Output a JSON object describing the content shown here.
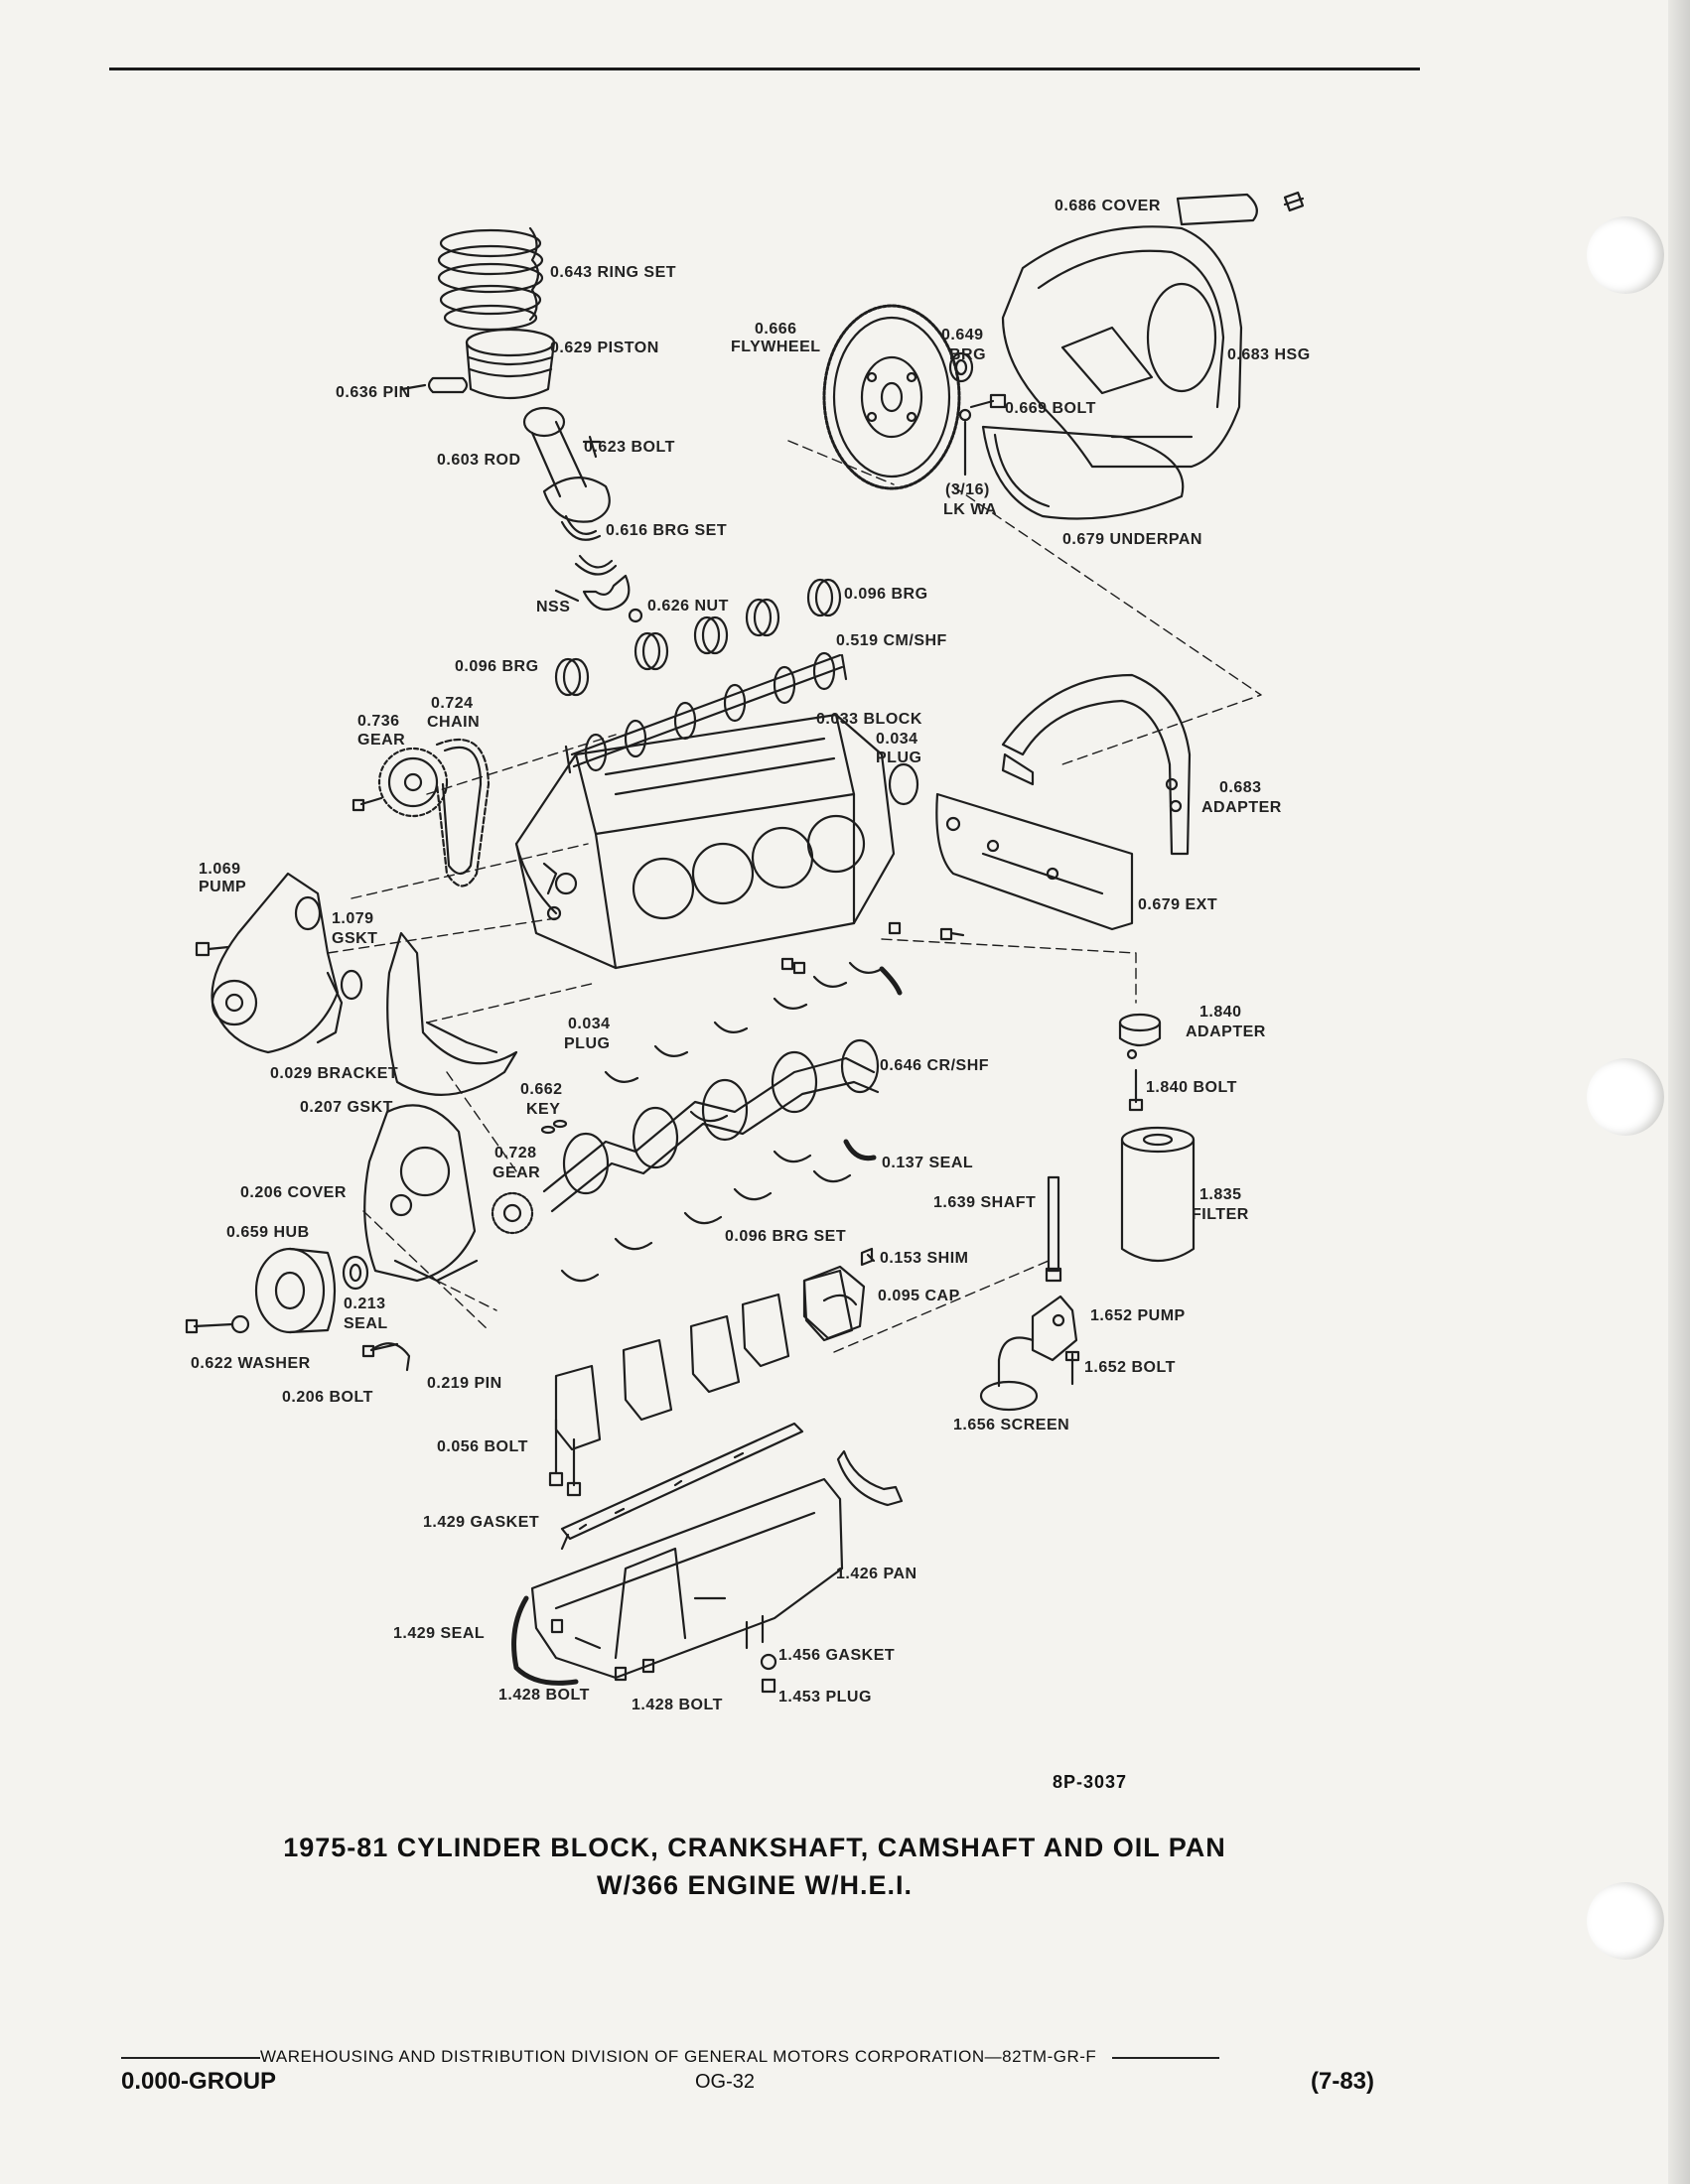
{
  "figure_number": "8P-3037",
  "caption": {
    "line1": "1975-81 CYLINDER BLOCK, CRANKSHAFT, CAMSHAFT AND OIL PAN",
    "line2": "W/366 ENGINE W/H.E.I."
  },
  "footer": {
    "division": "WAREHOUSING AND DISTRIBUTION  DIVISION OF GENERAL MOTORS CORPORATION—82TM-GR-F",
    "group": "0.000-GROUP",
    "page": "OG-32",
    "date": "(7-83)"
  },
  "parts": {
    "cover_686": "0.686 COVER",
    "ring_set": "0.643 RING SET",
    "flywheel_num": "0.666",
    "flywheel": "FLYWHEEL",
    "brg_649_num": "0.649",
    "brg_649": "BRG",
    "piston": "0.629 PISTON",
    "hsg": "0.683 HSG",
    "pin_636": "0.636 PIN",
    "bolt_669": "0.669 BOLT",
    "bolt_623": "0.623 BOLT",
    "rod": "0.603 ROD",
    "lk_wa_size": "(3/16)",
    "lk_wa": "LK WA",
    "underpan": "0.679 UNDERPAN",
    "brg_set_616": "0.616 BRG SET",
    "nss": "NSS",
    "nut_626": "0.626 NUT",
    "brg_096_top": "0.096 BRG",
    "cm_shf": "0.519 CM/SHF",
    "brg_096_left": "0.096 BRG",
    "chain_num": "0.724",
    "chain": "CHAIN",
    "gear_736_num": "0.736",
    "gear_736": "GEAR",
    "block": "0.033 BLOCK",
    "plug_034_num": "0.034",
    "plug_034": "PLUG",
    "adapter_683_num": "0.683",
    "adapter_683": "ADAPTER",
    "pump_1069_num": "1.069",
    "pump_1069": "PUMP",
    "gskt_1079_num": "1.079",
    "gskt_1079": "GSKT",
    "ext_679": "0.679 EXT",
    "adapter_1840_num": "1.840",
    "adapter_1840": "ADAPTER",
    "plug_034b_num": "0.034",
    "plug_034b": "PLUG",
    "cr_shf": "0.646 CR/SHF",
    "bracket": "0.029 BRACKET",
    "key_num": "0.662",
    "key": "KEY",
    "bolt_1840": "1.840 BOLT",
    "gskt_207": "0.207 GSKT",
    "gear_728_num": "0.728",
    "gear_728": "GEAR",
    "seal_137": "0.137 SEAL",
    "cover_206": "0.206 COVER",
    "shaft_1639": "1.639 SHAFT",
    "filter_num": "1.835",
    "filter": "FILTER",
    "hub": "0.659 HUB",
    "brg_set_096": "0.096 BRG SET",
    "shim": "0.153 SHIM",
    "cap": "0.095 CAP",
    "seal_213_num": "0.213",
    "seal_213": "SEAL",
    "pump_1652": "1.652 PUMP",
    "washer": "0.622 WASHER",
    "bolt_1652": "1.652 BOLT",
    "pin_219": "0.219 PIN",
    "bolt_206": "0.206 BOLT",
    "screen": "1.656 SCREEN",
    "bolt_056": "0.056 BOLT",
    "gasket_1429": "1.429 GASKET",
    "pan": "1.426 PAN",
    "seal_1429": "1.429 SEAL",
    "gasket_1456": "1.456 GASKET",
    "bolt_1428a": "1.428 BOLT",
    "bolt_1428b": "1.428 BOLT",
    "plug_1453": "1.453 PLUG"
  }
}
